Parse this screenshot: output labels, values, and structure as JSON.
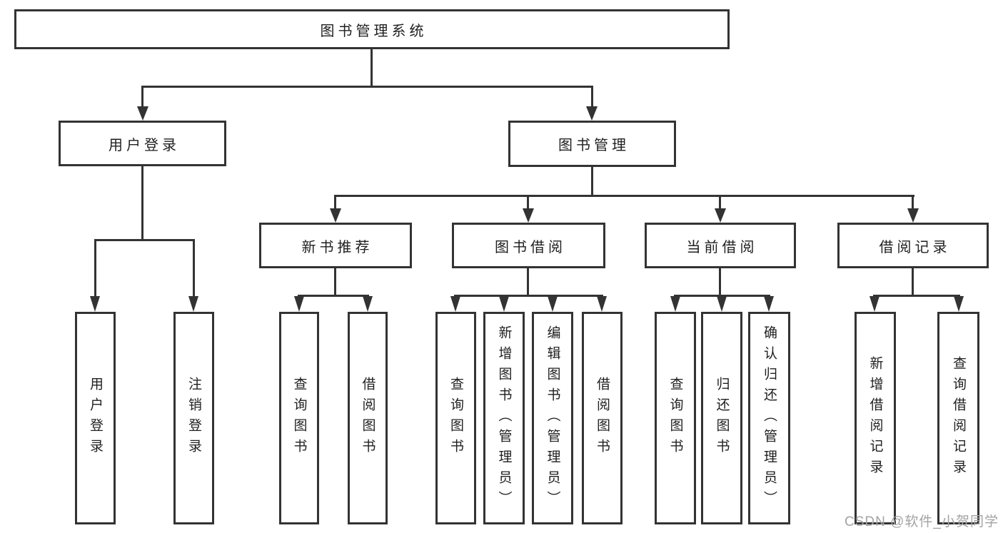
{
  "diagram": {
    "title": "图书管理系统",
    "root": {
      "label": "图书管理系统"
    },
    "level1": [
      {
        "label": "用户登录"
      },
      {
        "label": "图书管理"
      }
    ],
    "level2": [
      {
        "label": "新书推荐"
      },
      {
        "label": "图书借阅"
      },
      {
        "label": "当前借阅"
      },
      {
        "label": "借阅记录"
      }
    ],
    "leaves": {
      "login": [
        "用户登录",
        "注销登录"
      ],
      "newbook": [
        "查询图书",
        "借阅图书"
      ],
      "borrow": [
        "查询图书",
        "新增图书（管理员）",
        "编辑图书（管理员）",
        "借阅图书"
      ],
      "current": [
        "查询图书",
        "归还图书",
        "确认归还（管理员）"
      ],
      "records": [
        "新增借阅记录",
        "查询借阅记录"
      ]
    },
    "colors": {
      "line": "#333333",
      "text": "#1f1f1f",
      "background": "#ffffff",
      "watermark": "#a3a3a3"
    }
  },
  "watermark": {
    "text": "CSDN @软件_小贺同学"
  }
}
